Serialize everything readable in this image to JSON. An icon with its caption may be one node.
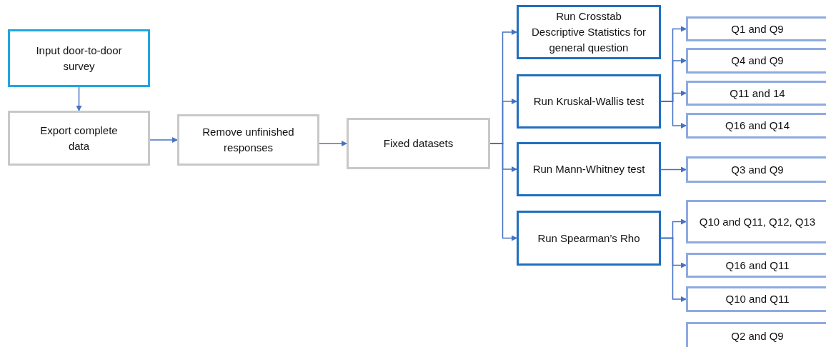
{
  "diagram": {
    "nodes": [
      {
        "text": [
          "Input door-to-door survey"
        ]
      },
      {
        "text": [
          "Export complete data"
        ]
      },
      {
        "text": [
          "Remove unfinished responses"
        ]
      },
      {
        "text": [
          "Fixed datasets"
        ]
      },
      {
        "text": [
          "Run Crosstab Descriptive Statistics for general question"
        ]
      },
      {
        "text": [
          "Run Kruskal-Wallis test"
        ]
      },
      {
        "text": [
          "Run Mann-Whitney test"
        ]
      },
      {
        "text": [
          "Run Spearman’s Rho"
        ]
      },
      {
        "text": [
          "Q1 and Q9"
        ]
      },
      {
        "text": [
          "Q4 and Q9"
        ]
      },
      {
        "text": [
          "Q11 and 14"
        ]
      },
      {
        "text": [
          "Q16 and Q14"
        ]
      },
      {
        "text": [
          "Q3 and Q9"
        ]
      },
      {
        "text": [
          "Q10 and Q11, Q12, Q13"
        ]
      },
      {
        "text": [
          "Q16 and Q11"
        ]
      },
      {
        "text": [
          "Q10 and Q11"
        ]
      },
      {
        "text": [
          "Q2 and Q9"
        ]
      }
    ],
    "edges": [
      {
        "from": 0,
        "to": 1,
        "arrow": "to"
      },
      {
        "from": 1,
        "to": 2,
        "arrow": "to"
      },
      {
        "from": 2,
        "to": 3,
        "arrow": "to"
      },
      {
        "from": 3,
        "to": 4,
        "arrow": "to"
      },
      {
        "from": 3,
        "to": 5,
        "arrow": "to"
      },
      {
        "from": 3,
        "to": 6,
        "arrow": "to"
      },
      {
        "from": 3,
        "to": 7,
        "arrow": "to"
      },
      {
        "from": 5,
        "to": 8,
        "arrow": "to"
      },
      {
        "from": 5,
        "to": 9,
        "arrow": "to"
      },
      {
        "from": 5,
        "to": 10,
        "arrow": "to"
      },
      {
        "from": 5,
        "to": 11,
        "arrow": "to"
      },
      {
        "from": 6,
        "to": 12,
        "arrow": "to"
      },
      {
        "from": 7,
        "to": 13,
        "arrow": "to"
      },
      {
        "from": 7,
        "to": 14,
        "arrow": "to"
      },
      {
        "from": 7,
        "to": 15,
        "arrow": "to"
      }
    ]
  }
}
